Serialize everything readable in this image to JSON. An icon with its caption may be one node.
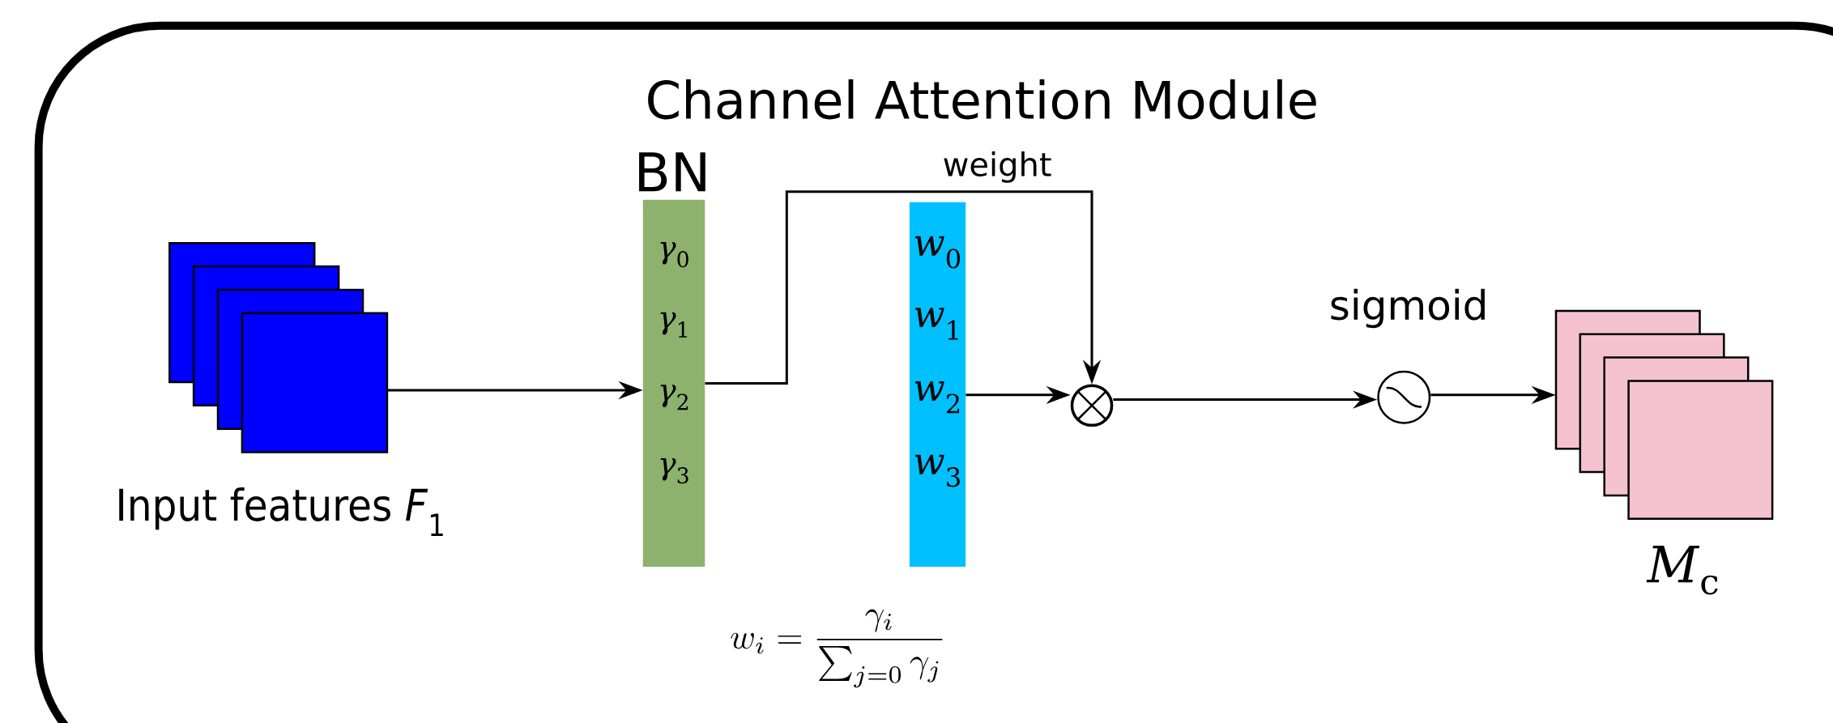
{
  "diagram": {
    "title": "Channel Attention Module",
    "nodes": [
      {
        "text": [],
        "shape": "box",
        "beside": [
          "Input features *F*$_{1}$"
        ]
      },
      {
        "text": [
          "BN",
          "*γ*$_{0}$",
          "*γ*$_{1}$",
          "*γ*$_{2}$",
          "*γ*$_{3}$"
        ]
      },
      {
        "text": [
          "*w*$_{0}$",
          "*w*$_{1}$",
          "*w*$_{2}$",
          "*w*$_{3}$"
        ]
      },
      {
        "text": [],
        "shape": "circle"
      },
      {
        "text": [],
        "shape": "circle",
        "beside": [
          "sigmoid"
        ]
      },
      {
        "text": [],
        "shape": "box",
        "beside": [
          "*M*$_{c}$"
        ]
      }
    ],
    "edges": [
      {
        "from": 0,
        "to": 1,
        "arrow": "to"
      },
      {
        "from": 1,
        "to": 3,
        "arrow": "to",
        "label": "weight"
      },
      {
        "from": 2,
        "to": 3,
        "arrow": "to"
      },
      {
        "from": 3,
        "to": 4,
        "arrow": "to"
      },
      {
        "from": 4,
        "to": 5,
        "arrow": "to"
      }
    ],
    "labels": [
      "w_i = \\frac{\\gamma_i}{\\sum_{j=0}\\gamma_j}"
    ]
  }
}
